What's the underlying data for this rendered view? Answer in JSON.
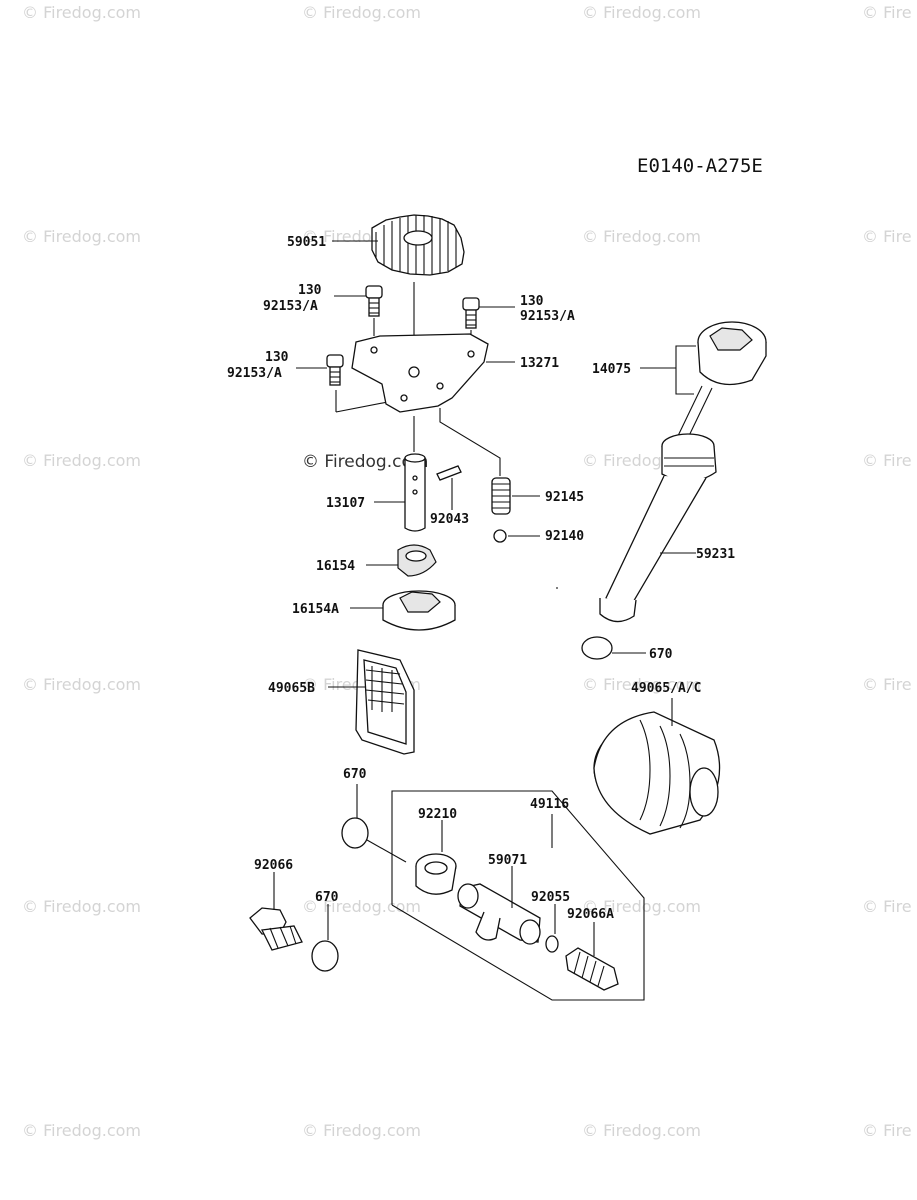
{
  "diagram_code": "E0140-A275E",
  "watermark": "© Firedog.com",
  "watermark_partial": "© Fire",
  "main_watermark": "© Firedog.com",
  "labels": {
    "p59051": "59051",
    "p130_a": "130",
    "p92153_a": "92153/A",
    "p130_b": "130",
    "p92153_b": "92153/A",
    "p130_c": "130",
    "p92153_c": "92153/A",
    "p13271": "13271",
    "p14075": "14075",
    "p13107": "13107",
    "p92043": "92043",
    "p92145": "92145",
    "p92140": "92140",
    "p59231": "59231",
    "p16154": "16154",
    "p16154A": "16154A",
    "p670_a": "670",
    "p49065B": "49065B",
    "p49065AC": "49065/A/C",
    "p670_b": "670",
    "p49116": "49116",
    "p92210": "92210",
    "p59071": "59071",
    "p92066": "92066",
    "p670_c": "670",
    "p92055": "92055",
    "p92066A": "92066A"
  }
}
